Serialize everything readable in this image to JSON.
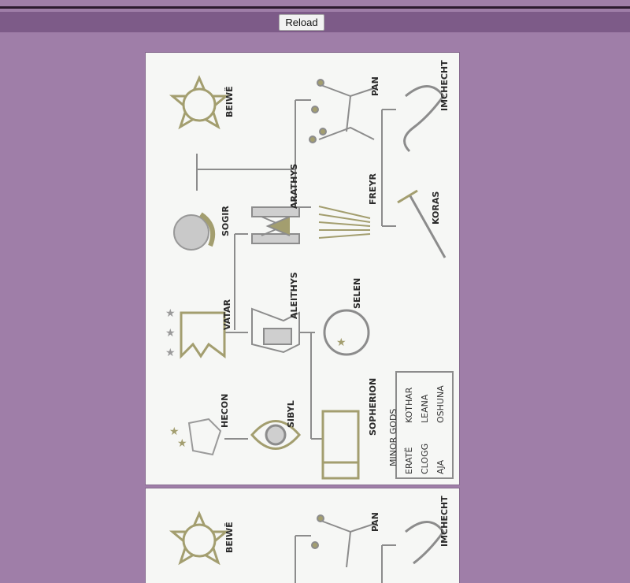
{
  "toolbar": {
    "reload_label": "Reload"
  },
  "diagram": {
    "nodes": {
      "beiwe": "BEIWË",
      "sogir": "SOGIR",
      "arathys": "ARATHYS",
      "pan": "PAN",
      "imcheckt": "IMCHECHT",
      "freyr": "FREYR",
      "koras": "KORAS",
      "vatar": "VATAR",
      "aleithys": "ALEITHYS",
      "selen": "SELEN",
      "hecon": "HECON",
      "sibyl": "SIBYL",
      "sopherion": "SOPHERION"
    },
    "minor_gods": {
      "title": "MINOR GODS",
      "col1": [
        "ERATË",
        "CLOGG",
        "AJA"
      ],
      "col2": [
        "KOTHAR",
        "LEANA",
        "OSHUNA"
      ]
    }
  },
  "colors": {
    "olive": "#a39e6f",
    "gray": "#9a9a9a",
    "dark": "#2a2a2a"
  }
}
